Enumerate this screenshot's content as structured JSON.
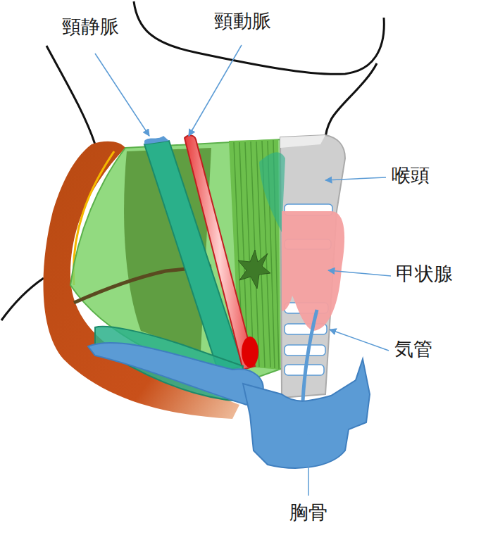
{
  "diagram": {
    "labels": [
      "頸静脈",
      "頸動脈",
      "喉頭",
      "甲状腺",
      "気管",
      "胸骨"
    ]
  }
}
